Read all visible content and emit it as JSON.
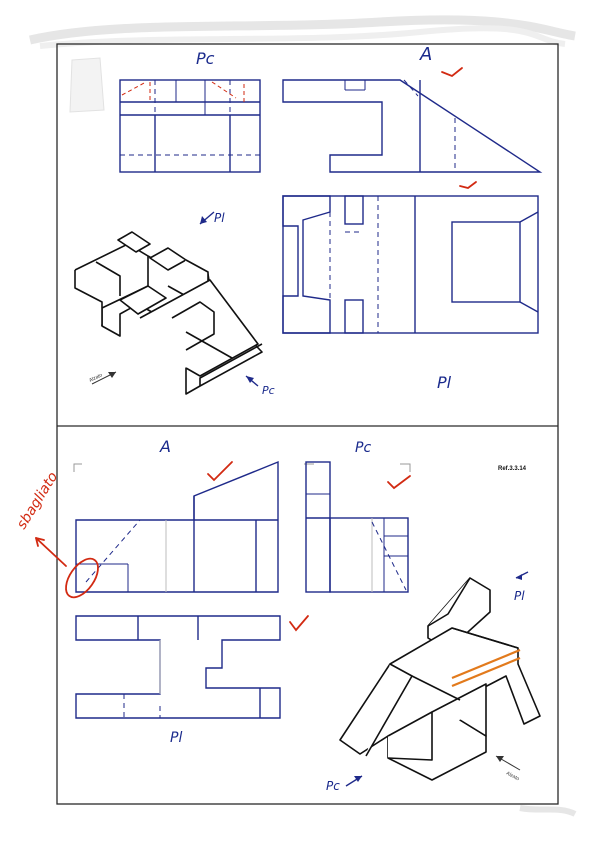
{
  "top_panel": {
    "label_pc": "Pc",
    "label_a": "A",
    "label_pi_arrow": "Pl",
    "label_pi_bottom": "Pl",
    "label_pc_arrow": "Pc",
    "iso_tag": "Alzato"
  },
  "bottom_panel": {
    "label_a": "A",
    "label_pc": "Pc",
    "label_pi_arrow": "Pl",
    "label_pi_bottom": "Pl",
    "label_pc_arrow": "Pc",
    "reference": "Ref.3.3.14",
    "iso_tag": "Alzato",
    "red_note": "sbagliato"
  },
  "colors": {
    "ink_blue": "#1f2a8a",
    "annotation_red": "#d22a12",
    "highlight_orange": "#e27a1c"
  }
}
